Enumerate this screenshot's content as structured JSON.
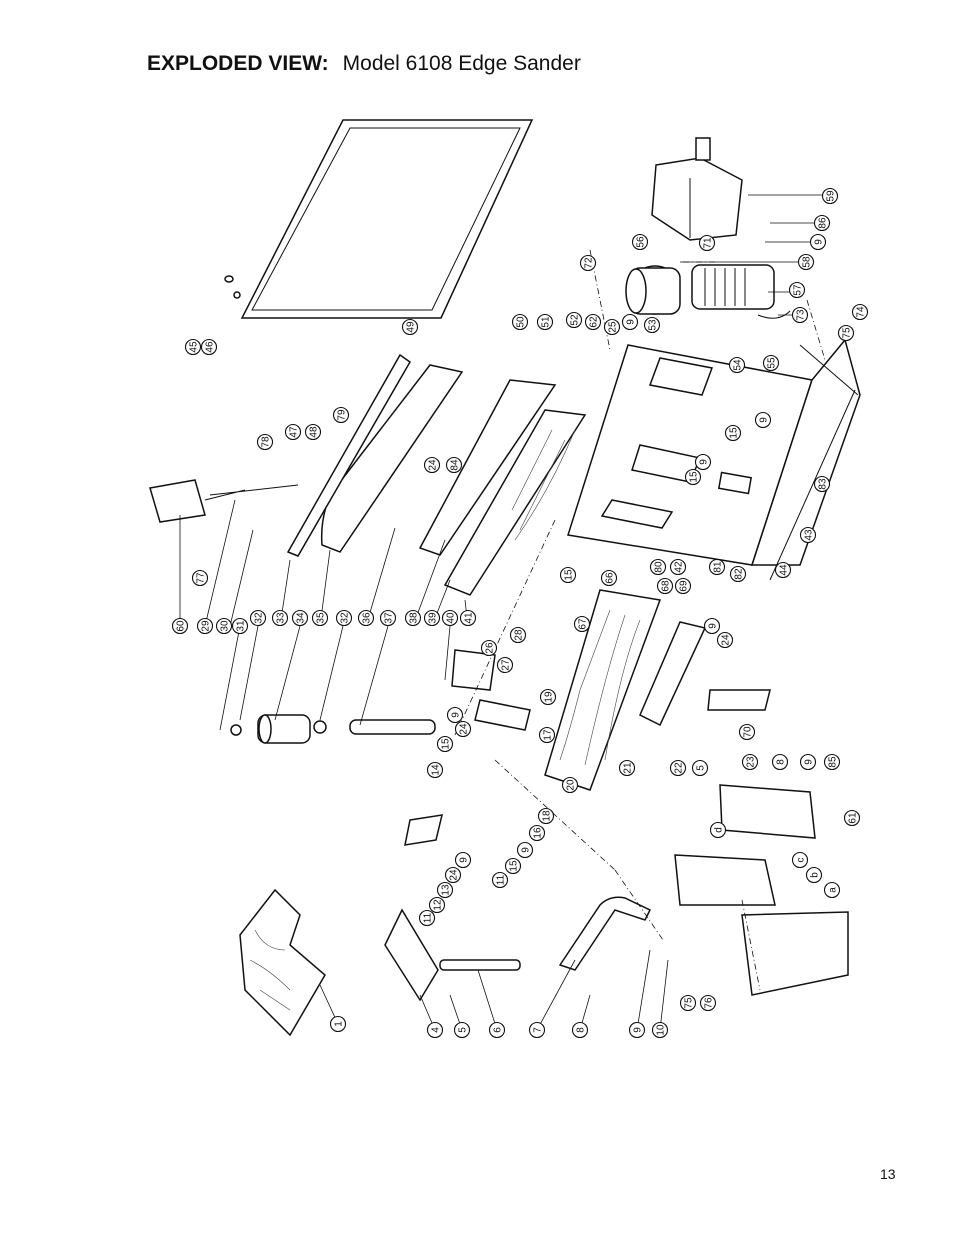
{
  "header": {
    "label": "EXPLODED VIEW:",
    "model": "Model 6108 Edge Sander"
  },
  "page_number": "13",
  "callouts": [
    "1",
    "4",
    "5",
    "6",
    "7",
    "8",
    "9",
    "10",
    "75",
    "76",
    "11",
    "12",
    "13",
    "24",
    "9",
    "a",
    "b",
    "c",
    "d",
    "61",
    "20",
    "21",
    "22",
    "5",
    "23",
    "8",
    "70",
    "9",
    "85",
    "14",
    "15",
    "24",
    "9",
    "19",
    "17",
    "18",
    "16",
    "9",
    "15",
    "11",
    "27",
    "26",
    "28",
    "44",
    "24",
    "9",
    "41",
    "40",
    "39",
    "38",
    "37",
    "36",
    "32",
    "35",
    "34",
    "33",
    "32",
    "31",
    "30",
    "29",
    "77",
    "60",
    "78",
    "47",
    "48",
    "79",
    "24",
    "84",
    "45",
    "46",
    "49",
    "50",
    "51",
    "52",
    "62",
    "72",
    "25",
    "9",
    "53",
    "56",
    "71",
    "59",
    "86",
    "9",
    "58",
    "57",
    "73",
    "74",
    "75",
    "54",
    "55",
    "9",
    "15",
    "9",
    "15",
    "83",
    "43",
    "80",
    "42",
    "81",
    "82",
    "15",
    "66",
    "68",
    "69",
    "67"
  ]
}
